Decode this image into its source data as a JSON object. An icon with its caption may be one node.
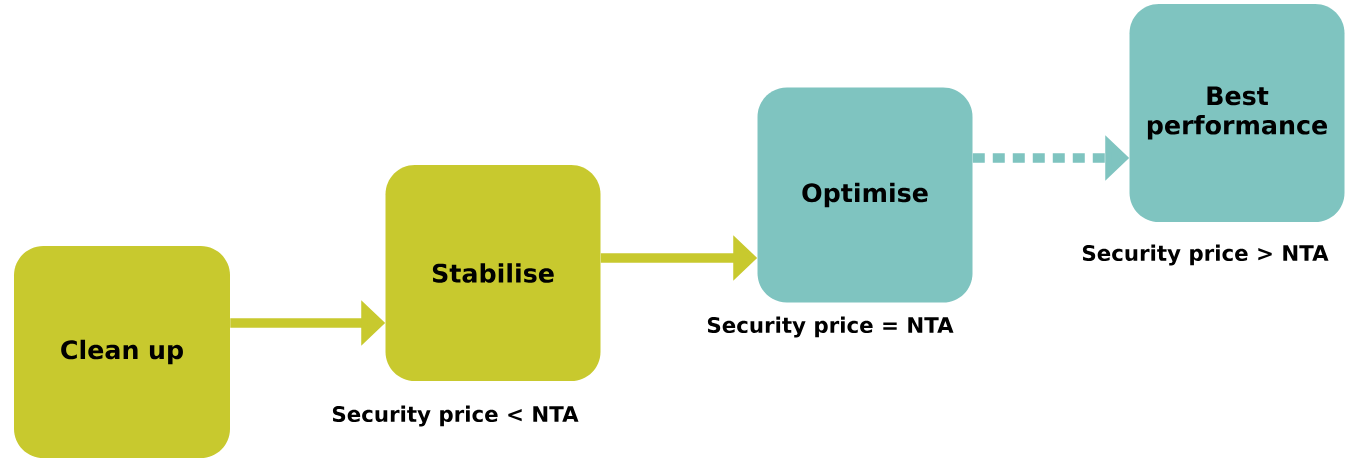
{
  "diagram": {
    "nodes": [
      {
        "text": [
          "Clean up"
        ]
      },
      {
        "text": [
          "Stabilise"
        ],
        "beside": [
          "Security price < NTA"
        ]
      },
      {
        "text": [
          "Optimise"
        ],
        "beside": [
          "Security price = NTA"
        ]
      },
      {
        "text": [
          "Best performance"
        ],
        "beside": [
          "Security price > NTA"
        ]
      }
    ],
    "edges": [
      {
        "from": 0,
        "to": 1,
        "arrow": "to"
      },
      {
        "from": 1,
        "to": 2,
        "arrow": "to"
      },
      {
        "from": 2,
        "to": 3,
        "arrow": "to",
        "style": "dashed",
        "color": "#7fc4c0"
      }
    ]
  }
}
